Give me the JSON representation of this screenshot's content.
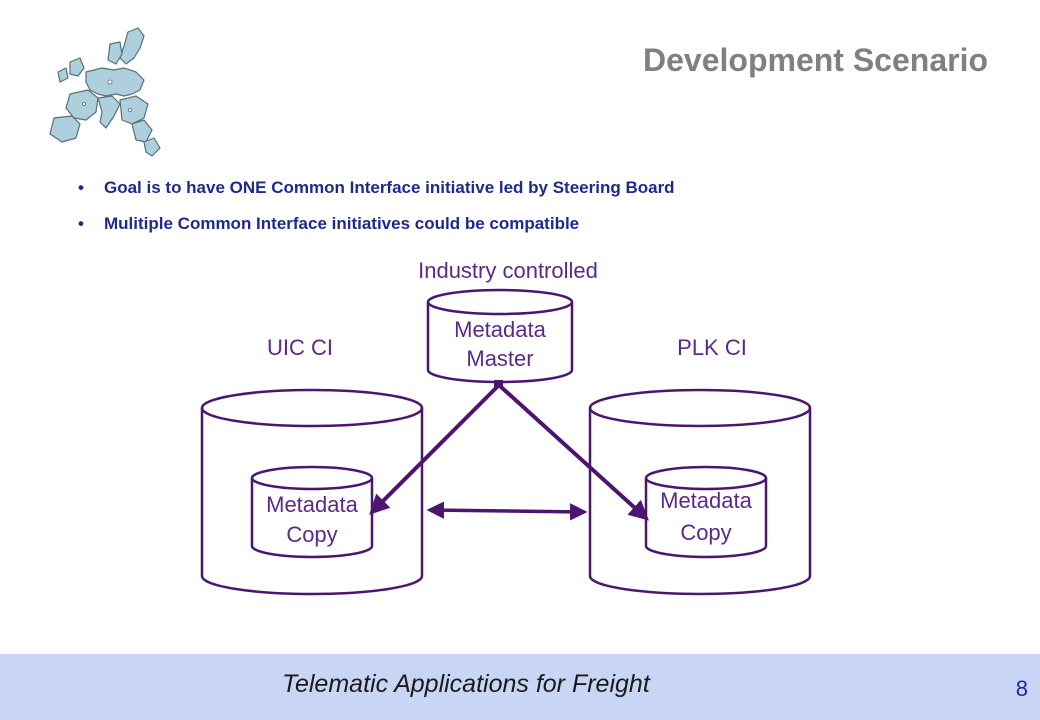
{
  "slide": {
    "title": "Development Scenario",
    "logo_icon": "europe-map-icon"
  },
  "bullets": [
    "Goal is to have ONE Common Interface initiative led by Steering Board",
    "Mulitiple Common Interface initiatives could be compatible"
  ],
  "diagram": {
    "top_label": "Industry controlled",
    "master": {
      "line1": "Metadata",
      "line2": "Master"
    },
    "left_system": {
      "label": "UIC CI",
      "copy": {
        "line1": "Metadata",
        "line2": "Copy"
      }
    },
    "right_system": {
      "label": "PLK CI",
      "copy": {
        "line1": "Metadata",
        "line2": "Copy"
      }
    },
    "colors": {
      "stroke": "#4b1670",
      "label": "#5b2a86"
    }
  },
  "footer": {
    "text": "Telematic Applications for Freight",
    "page_number": "8",
    "background": "#c9d5f4"
  }
}
